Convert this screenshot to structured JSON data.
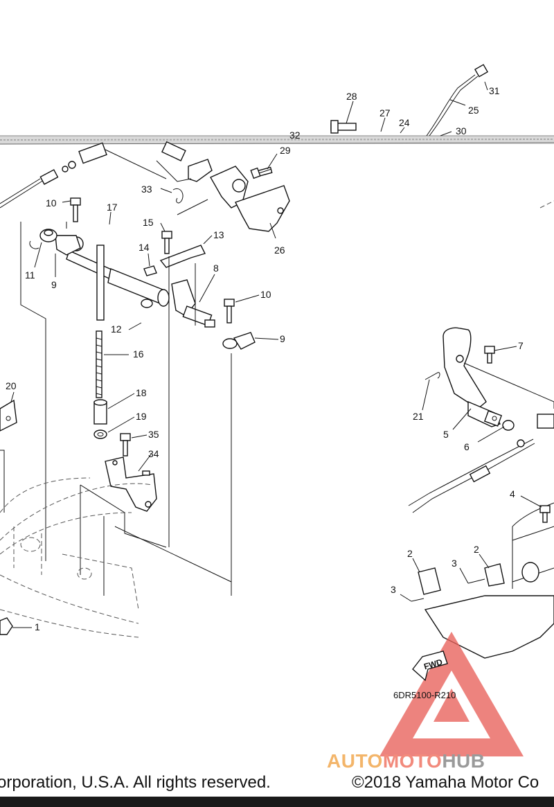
{
  "diagram": {
    "labels": [
      {
        "id": "l1",
        "text": "1"
      },
      {
        "id": "l2a",
        "text": "2"
      },
      {
        "id": "l2b",
        "text": "2"
      },
      {
        "id": "l3a",
        "text": "3"
      },
      {
        "id": "l3b",
        "text": "3"
      },
      {
        "id": "l4",
        "text": "4"
      },
      {
        "id": "l5",
        "text": "5"
      },
      {
        "id": "l6",
        "text": "6"
      },
      {
        "id": "l7",
        "text": "7"
      },
      {
        "id": "l8",
        "text": "8"
      },
      {
        "id": "l9a",
        "text": "9"
      },
      {
        "id": "l9b",
        "text": "9"
      },
      {
        "id": "l10a",
        "text": "10"
      },
      {
        "id": "l10b",
        "text": "10"
      },
      {
        "id": "l11",
        "text": "11"
      },
      {
        "id": "l12",
        "text": "12"
      },
      {
        "id": "l13",
        "text": "13"
      },
      {
        "id": "l14",
        "text": "14"
      },
      {
        "id": "l15",
        "text": "15"
      },
      {
        "id": "l16",
        "text": "16"
      },
      {
        "id": "l17",
        "text": "17"
      },
      {
        "id": "l18",
        "text": "18"
      },
      {
        "id": "l19",
        "text": "19"
      },
      {
        "id": "l20",
        "text": "20"
      },
      {
        "id": "l21",
        "text": "21"
      },
      {
        "id": "l24",
        "text": "24"
      },
      {
        "id": "l25",
        "text": "25"
      },
      {
        "id": "l26",
        "text": "26"
      },
      {
        "id": "l27",
        "text": "27"
      },
      {
        "id": "l28",
        "text": "28"
      },
      {
        "id": "l29",
        "text": "29"
      },
      {
        "id": "l30",
        "text": "30"
      },
      {
        "id": "l31",
        "text": "31"
      },
      {
        "id": "l32",
        "text": "32"
      },
      {
        "id": "l33",
        "text": "33"
      },
      {
        "id": "l34",
        "text": "34"
      },
      {
        "id": "l35",
        "text": "35"
      }
    ],
    "fwd_arrow": "FWD",
    "drawing_code": "6DR5100-R210"
  },
  "footer": {
    "left_text": "orporation, U.S.A. All rights reserved.",
    "right_text": "©2018 Yamaha Motor Co"
  },
  "watermark": {
    "part1": "AUTO",
    "part2": "MOTO",
    "part3": "HUB"
  },
  "colors": {
    "watermark_red": "#e8615a",
    "watermark_orange": "#f3b56a",
    "watermark_gray": "#9a9a9a",
    "line": "#111111"
  }
}
